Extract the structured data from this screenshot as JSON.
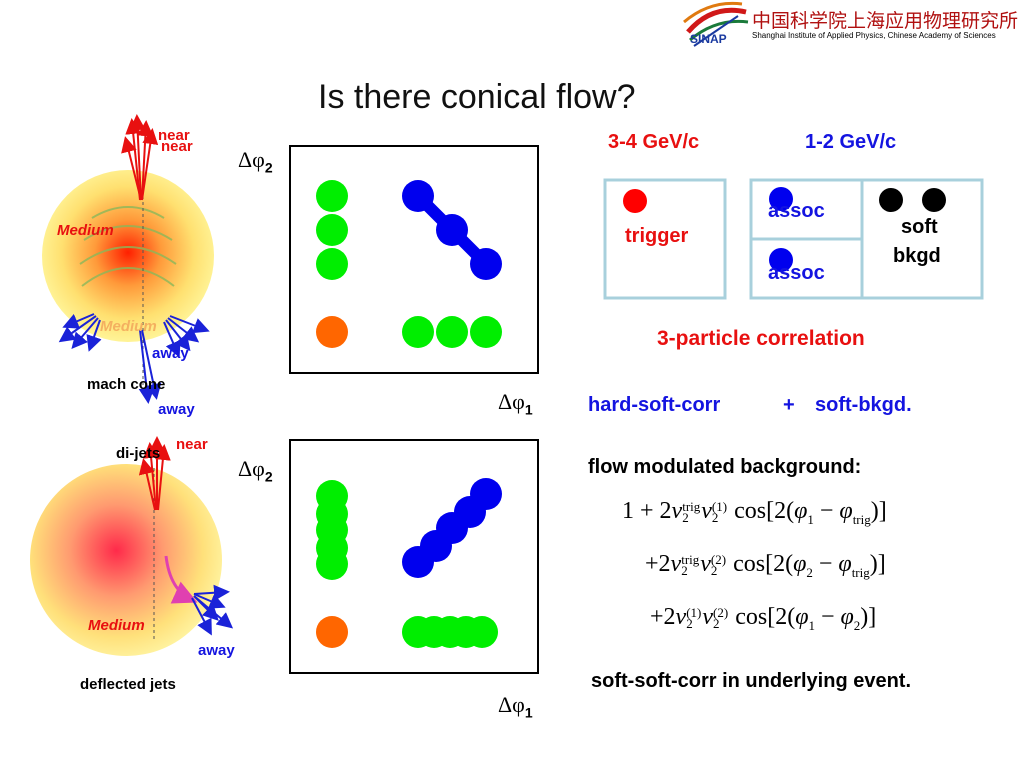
{
  "title": "Is there conical flow?",
  "header": {
    "logo_text": "SINAP",
    "institute_cn": "中国科学院上海应用物理研究所",
    "institute_en": "Shanghai Institute of Applied Physics, Chinese Academy of Sciences"
  },
  "left_top": {
    "near_label_1": "near",
    "near_label_2": "near",
    "medium_label_1": "Medium",
    "medium_label_2": "Medium",
    "away_label_1": "away",
    "away_label_2": "away",
    "caption": "mach cone"
  },
  "left_bottom": {
    "dijets_label": "di-jets",
    "near_label": "near",
    "medium_label": "Medium",
    "away_label": "away",
    "caption": "deflected jets"
  },
  "plots": {
    "y_axis_label": "Δφ",
    "y_axis_sub": "2",
    "x_axis_label": "Δφ",
    "x_axis_sub": "1"
  },
  "legend": {
    "high_pt_header": "3-4 GeV/c",
    "low_pt_header": "1-2 GeV/c",
    "trigger_label": "trigger",
    "assoc_label_1": "assoc",
    "assoc_label_2": "assoc",
    "soft_label": "soft",
    "bkgd_label": "bkgd"
  },
  "text": {
    "three_particle": "3-particle correlation",
    "hard_soft": "hard-soft-corr",
    "plus": "+",
    "soft_bkgd": "soft-bkgd.",
    "flow_bg": "flow modulated background:",
    "soft_soft": "soft-soft-corr in underlying event."
  },
  "colors": {
    "trigger": "#ff0000",
    "assoc": "#0000ee",
    "soft": "#000000",
    "green_marker": "#00ee00",
    "orange_marker": "#ff6600",
    "legend_border": "#a8d0dc",
    "red_text": "#e81010",
    "blue_text": "#1414e0"
  }
}
